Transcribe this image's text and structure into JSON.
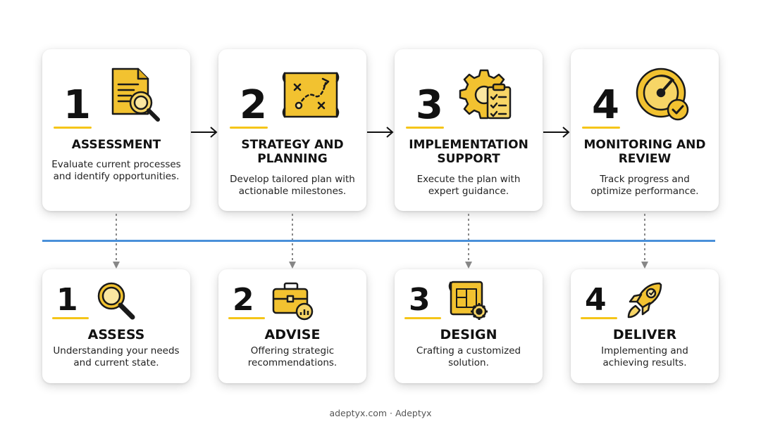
{
  "top_steps": [
    {
      "number": "1",
      "title": "ASSESSMENT",
      "desc": "Evaluate current processes and identify opportunities.",
      "icon": "document-magnifier-icon"
    },
    {
      "number": "2",
      "title": "STRATEGY AND PLANNING",
      "desc": "Develop tailored plan with actionable milestones.",
      "icon": "strategy-map-icon"
    },
    {
      "number": "3",
      "title": "IMPLEMENTATION SUPPORT",
      "desc": "Execute the plan with expert guidance.",
      "icon": "gear-checklist-icon"
    },
    {
      "number": "4",
      "title": "MONITORING AND REVIEW",
      "desc": "Track progress and optimize performance.",
      "icon": "gauge-check-icon"
    }
  ],
  "bottom_steps": [
    {
      "number": "1",
      "title": "ASSESS",
      "desc": "Understanding your needs and current state.",
      "icon": "magnifier-icon"
    },
    {
      "number": "2",
      "title": "ADVISE",
      "desc": "Offering strategic recommendations.",
      "icon": "briefcase-chart-icon"
    },
    {
      "number": "3",
      "title": "DESIGN",
      "desc": "Crafting a customized solution.",
      "icon": "blueprint-gear-icon"
    },
    {
      "number": "4",
      "title": "DELIVER",
      "desc": "Implementing and achieving results.",
      "icon": "rocket-icon"
    }
  ],
  "footer": "adeptyx.com · Adeptyx",
  "colors": {
    "accent": "#f5c518",
    "icon_fill": "#f2c230",
    "divider": "#4a90d9",
    "text": "#111111"
  }
}
